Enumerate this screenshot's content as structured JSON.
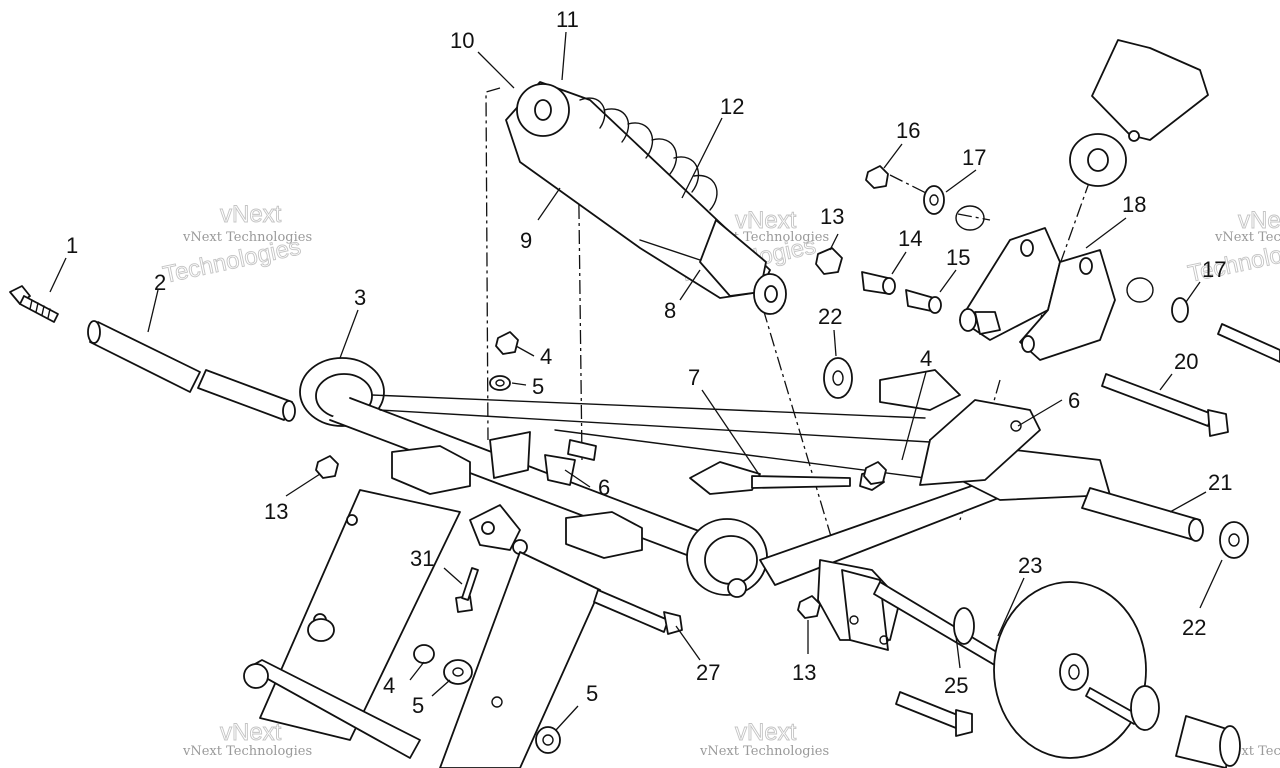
{
  "callouts": [
    {
      "id": "c1",
      "label": "1"
    },
    {
      "id": "c2",
      "label": "2"
    },
    {
      "id": "c3",
      "label": "3"
    },
    {
      "id": "c4a",
      "label": "4"
    },
    {
      "id": "c5a",
      "label": "5"
    },
    {
      "id": "c13a",
      "label": "13"
    },
    {
      "id": "c31",
      "label": "31"
    },
    {
      "id": "c4b",
      "label": "4"
    },
    {
      "id": "c5b",
      "label": "5"
    },
    {
      "id": "c5c",
      "label": "5"
    },
    {
      "id": "c6a",
      "label": "6"
    },
    {
      "id": "c27",
      "label": "27"
    },
    {
      "id": "c10",
      "label": "10"
    },
    {
      "id": "c11",
      "label": "11"
    },
    {
      "id": "c12",
      "label": "12"
    },
    {
      "id": "c9",
      "label": "9"
    },
    {
      "id": "c8",
      "label": "8"
    },
    {
      "id": "c7",
      "label": "7"
    },
    {
      "id": "c22a",
      "label": "22"
    },
    {
      "id": "c4c",
      "label": "4"
    },
    {
      "id": "c13b",
      "label": "13"
    },
    {
      "id": "c14",
      "label": "14"
    },
    {
      "id": "c15",
      "label": "15"
    },
    {
      "id": "c16",
      "label": "16"
    },
    {
      "id": "c17a",
      "label": "17"
    },
    {
      "id": "c18",
      "label": "18"
    },
    {
      "id": "c17b",
      "label": "17"
    },
    {
      "id": "c20",
      "label": "20"
    },
    {
      "id": "c6b",
      "label": "6"
    },
    {
      "id": "c21",
      "label": "21"
    },
    {
      "id": "c22b",
      "label": "22"
    },
    {
      "id": "c23",
      "label": "23"
    },
    {
      "id": "c13c",
      "label": "13"
    },
    {
      "id": "c25",
      "label": "25"
    }
  ],
  "watermark": {
    "line_small": "vNext Technologies",
    "line_brand": "vNext",
    "line_word": "Technologies"
  }
}
